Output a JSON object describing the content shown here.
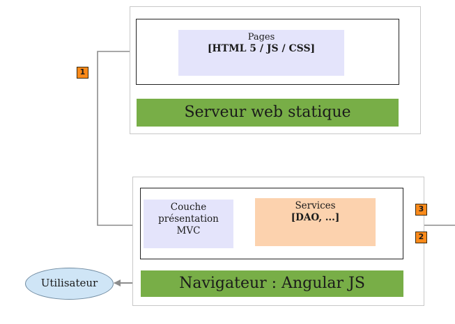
{
  "server": {
    "pages_title": "Pages",
    "pages_tech": "[HTML 5 / JS  / CSS]",
    "label": "Serveur web statique"
  },
  "browser": {
    "presentation_line1": "Couche",
    "presentation_line2": "présentation",
    "presentation_line3": "MVC",
    "services_title": "Services",
    "services_detail": "[DAO, ...]",
    "label": "Navigateur : Angular JS"
  },
  "user": {
    "label": "Utilisateur"
  },
  "badges": {
    "one": "1",
    "two": "2",
    "three": "3"
  },
  "colors": {
    "green": "#78ae47",
    "lavender": "#e4e4fb",
    "peach": "#fcd2ae",
    "badge_orange": "#fa8a1a",
    "user_blue": "#cfe5f6",
    "arrow_gray": "#8c8c8c"
  }
}
